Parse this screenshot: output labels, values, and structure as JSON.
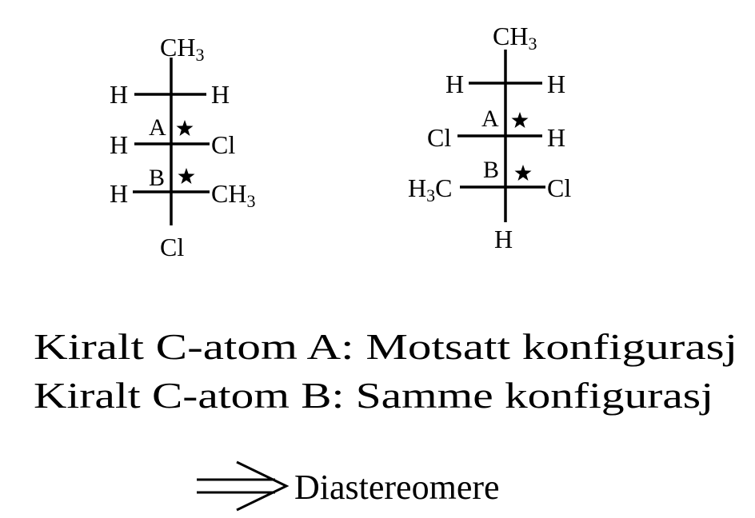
{
  "molecules": [
    {
      "top": "CH3",
      "row1": {
        "left": "H",
        "right": "H"
      },
      "row2": {
        "left": "H",
        "right": "Cl",
        "center_label": "A"
      },
      "row3": {
        "left": "H",
        "right": "CH3",
        "center_label": "B"
      },
      "bottom": "Cl"
    },
    {
      "top": "CH3",
      "row1": {
        "left": "H",
        "right": "H"
      },
      "row2": {
        "left": "Cl",
        "right": "H",
        "center_label": "A"
      },
      "row3": {
        "left": "H3C",
        "right": "Cl",
        "center_label": "B"
      },
      "bottom": "H"
    }
  ],
  "text": {
    "line_a": "Kiralt C-atom A: Motsatt konfigurasj",
    "line_b": "Kiralt C-atom B: Samme konfigurasj",
    "conclusion": "Diastereomere"
  }
}
